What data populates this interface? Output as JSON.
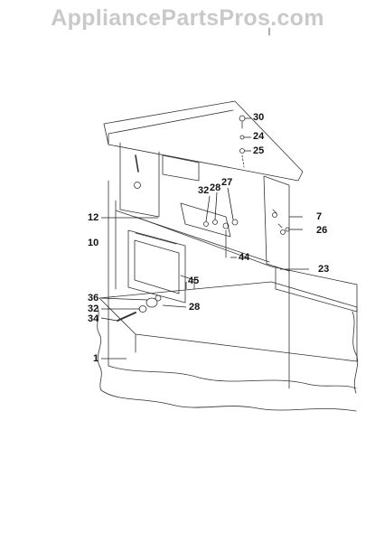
{
  "watermark": "AppliancePartsPros.com",
  "callouts": [
    {
      "id": "c30",
      "text": "30"
    },
    {
      "id": "c24",
      "text": "24"
    },
    {
      "id": "c25",
      "text": "25"
    },
    {
      "id": "c32a",
      "text": "32"
    },
    {
      "id": "c28a",
      "text": "28"
    },
    {
      "id": "c27",
      "text": "27"
    },
    {
      "id": "c12",
      "text": "12"
    },
    {
      "id": "c7",
      "text": "7"
    },
    {
      "id": "c26",
      "text": "26"
    },
    {
      "id": "c10",
      "text": "10"
    },
    {
      "id": "c44",
      "text": "44"
    },
    {
      "id": "c23",
      "text": "23"
    },
    {
      "id": "c45",
      "text": "45"
    },
    {
      "id": "c36",
      "text": "36"
    },
    {
      "id": "c28b",
      "text": "28"
    },
    {
      "id": "c32b",
      "text": "32"
    },
    {
      "id": "c34",
      "text": "34"
    },
    {
      "id": "c1",
      "text": "1"
    }
  ]
}
